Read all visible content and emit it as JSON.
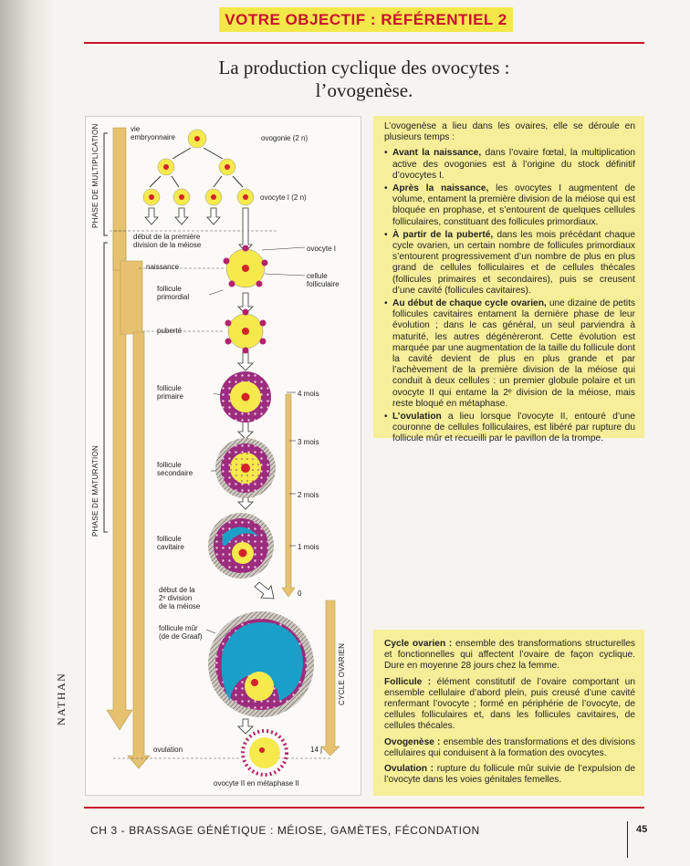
{
  "banner": "VOTRE OBJECTIF : RÉFÉRENTIEL 2",
  "title": {
    "line1": "La production cyclique des ovocytes :",
    "line2": "l’ovogenèse."
  },
  "diagram": {
    "phase_multiplication": "PHASE DE MULTIPLICATION",
    "phase_maturation": "PHASE DE MATURATION",
    "cycle_ovarien": "CYCLE OVARIEN",
    "vie": "vie",
    "embryonnaire": "embryonnaire",
    "ovogonie": "ovogonie (2 n)",
    "ovocyte_1_2n": "ovocyte I (2 n)",
    "debut_l1": "début de la première",
    "debut_l2": "division de la méiose",
    "ovocyte_1": "ovocyte I",
    "naissance": "naissance",
    "follicule_l1": "follicule",
    "primordial": "primordial",
    "cellule": "cellule",
    "folliculaire": "folliculaire",
    "puberte": "puberté",
    "primaire": "primaire",
    "mois4": "4 mois",
    "mois3": "3 mois",
    "secondaire": "secondaire",
    "mois2": "2 mois",
    "cavitaire": "cavitaire",
    "mois1": "1 mois",
    "d2_l1": "début de la",
    "d2_l2": "2ᵉ division",
    "d2_l3": "de la méiose",
    "zero": "0",
    "mur_l1": "follicule mûr",
    "mur_l2": "(de de Graaf)",
    "ovulation": "ovulation",
    "j14": "14 j",
    "ovocyte2": "ovocyte II en métaphase II"
  },
  "panel1": {
    "intro": "L’ovogenèse a lieu dans les ovaires, elle se déroule en plusieurs temps :",
    "b1_bold": "Avant la naissance,",
    "b1_text": " dans l’ovaire fœtal, la multiplication active des ovogonies est à l’origine du stock définitif d’ovocytes I.",
    "b2_bold": "Après la naissance,",
    "b2_text": " les ovocytes I augmentent de volume, entament la première division de la méiose qui est bloquée en prophase, et s’entourent de quelques cellules folliculaires, constituant des follicules primordiaux.",
    "b3_bold": "À partir de la puberté,",
    "b3_text": " dans les mois précédant chaque cycle ovarien, un certain nombre de follicules primordiaux s’entourent progressivement d’un nombre de plus en plus grand de cellules folliculaires et de cellules thécales (follicules primaires et secondaires), puis se creusent d’une cavité (follicules cavitaires).",
    "b4_bold": "Au début de chaque cycle ovarien,",
    "b4_text": " une dizaine de petits follicules cavitaires entament la dernière phase de leur évolution ; dans le cas général, un seul parviendra à maturité, les autres dégénèreront. Cette évolution est marquée par une augmentation de la taille du follicule dont la cavité devient de plus en plus grande et par l’achèvement de la première division de la méiose qui conduit à deux cellules : un premier globule polaire et un ovocyte II qui entame la 2ᵉ division de la méiose, mais reste bloqué en métaphase.",
    "b5_bold": "L’ovulation",
    "b5_text": " a lieu lorsque l’ovocyte II, entouré d’une couronne de cellules folliculaires, est libéré par rupture du follicule mûr et recueilli par le pavillon de la trompe."
  },
  "panel2": {
    "d1_term": "Cycle ovarien :",
    "d1_text": " ensemble des transformations structurelles et fonctionnelles qui affectent l’ovaire de façon cyclique. Dure en moyenne 28 jours chez la femme.",
    "d2_term": "Follicule :",
    "d2_text": " élément constitutif de l’ovaire comportant un ensemble cellulaire d’abord plein, puis creusé d’une cavité renfermant l’ovocyte ; formé en périphérie de l’ovocyte, de cellules folliculaires et, dans les follicules cavitaires, de cellules thécales.",
    "d3_term": "Ovogenèse :",
    "d3_text": " ensemble des transformations et des divisions cellulaires qui conduisent à la formation des ovocytes.",
    "d4_term": "Ovulation :",
    "d4_text": " rupture du follicule mûr suivie de l’expulsion de l’ovocyte dans les voies génitales femelles."
  },
  "footer": "CH 3 - BRASSAGE GÉNÉTIQUE : MÉIOSE, GAMÈTES, FÉCONDATION",
  "page_number": "45",
  "publisher": "NATHAN",
  "colors": {
    "banner_bg": "#f3e84a",
    "accent_red": "#c8102e",
    "panel_bg": "#f7ee9a",
    "follicle_yellow": "#f6e94c",
    "theca_purple": "#9c2c7e",
    "antrum_blue": "#1aa0c8",
    "arrow_tan": "#e5c170",
    "nucleus_red": "#d2232a"
  }
}
